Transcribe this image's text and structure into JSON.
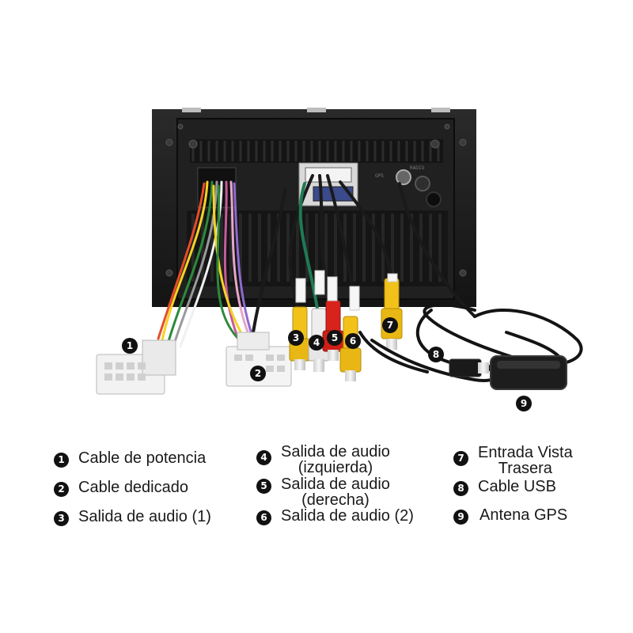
{
  "device": {
    "back_labels": [
      "GPS",
      "RADIO"
    ]
  },
  "legend": [
    {
      "n": "1",
      "text": "Cable de potencia"
    },
    {
      "n": "2",
      "text": "Cable dedicado"
    },
    {
      "n": "3",
      "text": "Salida de audio (1)"
    },
    {
      "n": "4",
      "text": "Salida de audio",
      "text2": "(izquierda)"
    },
    {
      "n": "5",
      "text": "Salida de audio",
      "text2": "(derecha)"
    },
    {
      "n": "6",
      "text": "Salida de audio (2)"
    },
    {
      "n": "7",
      "text": "Entrada Vista",
      "text2": "Trasera"
    },
    {
      "n": "8",
      "text": "Cable USB"
    },
    {
      "n": "9",
      "text": "Antena GPS"
    }
  ],
  "colors": {
    "unit": "#1c1c1c",
    "rca_yellow": "#f2c21b",
    "rca_white": "#eeeeee",
    "rca_red": "#d8231c",
    "connector": "#f4f4f4",
    "badge": "#111111"
  }
}
